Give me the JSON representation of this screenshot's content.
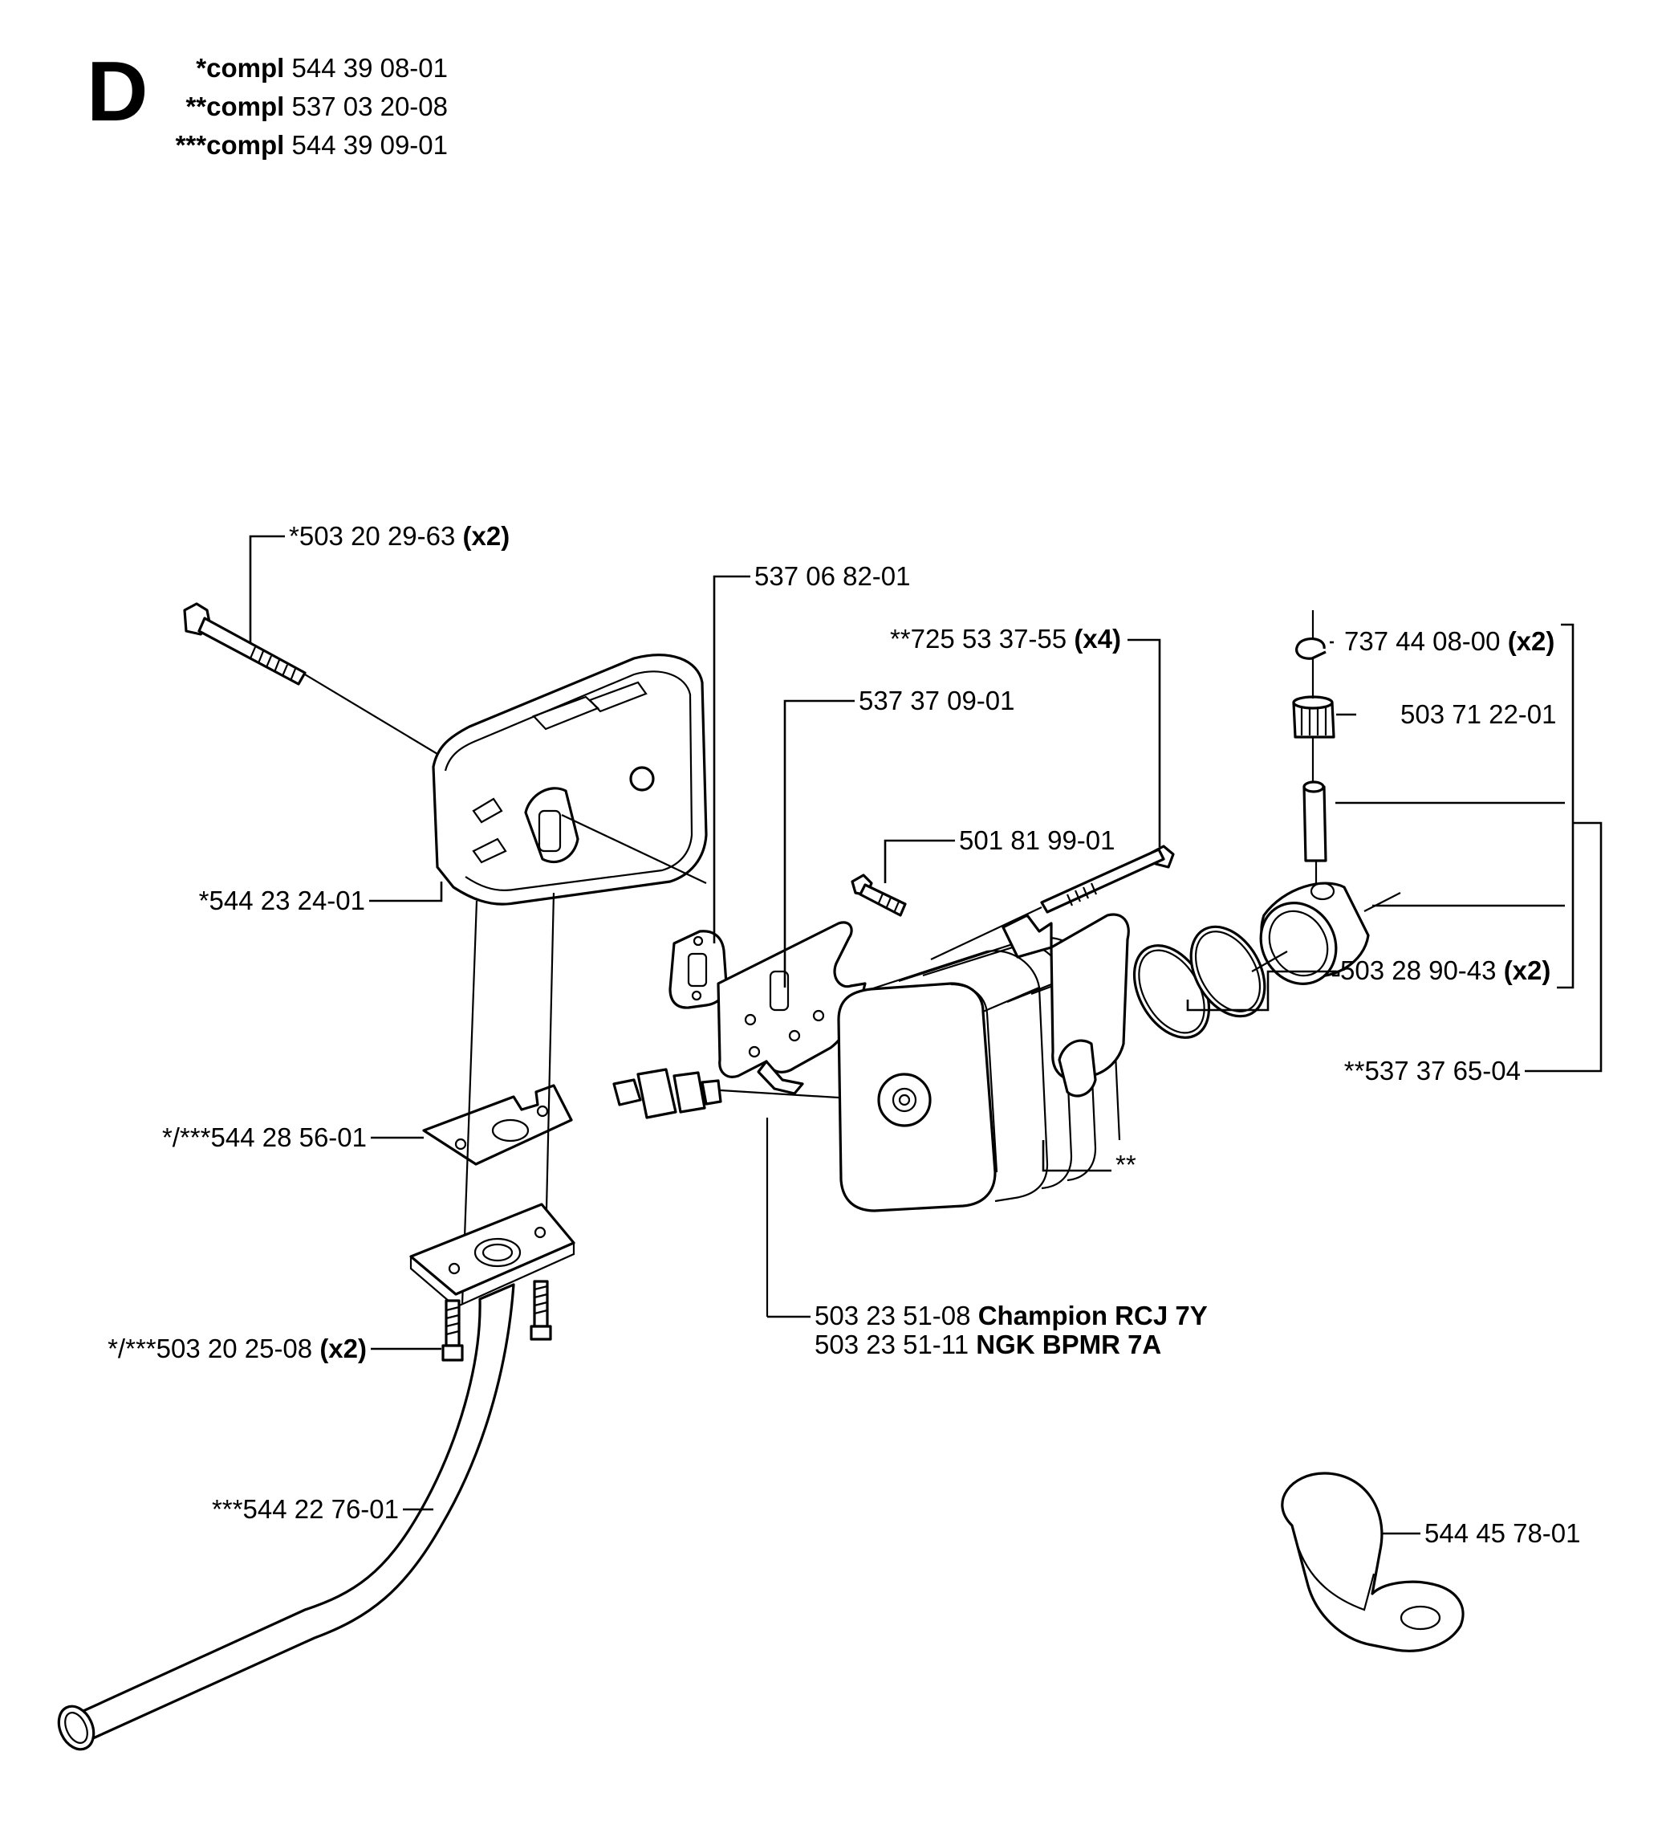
{
  "header": {
    "section_letter": "D",
    "compl": [
      {
        "prefix": "*",
        "word": "compl",
        "number": "544 39 08-01"
      },
      {
        "prefix": "**",
        "word": "compl",
        "number": "537 03 20-08"
      },
      {
        "prefix": "***",
        "word": "compl",
        "number": "544 39 09-01"
      }
    ]
  },
  "callouts": {
    "bolt_top": {
      "num": "*503 20 29-63",
      "qty": "(x2)"
    },
    "gasket_muffler": {
      "num": "537 06 82-01",
      "qty": ""
    },
    "screw_cyl": {
      "num": "**725 53 37-55",
      "qty": "(x4)"
    },
    "plate": {
      "num": "537 37 09-01",
      "qty": ""
    },
    "screw_plate": {
      "num": "501 81 99-01",
      "qty": ""
    },
    "muffler": {
      "num": "*544 23 24-01",
      "qty": ""
    },
    "circlip": {
      "num": "737 44 08-00",
      "qty": "(x2)"
    },
    "bearing": {
      "num": "503 71 22-01",
      "qty": ""
    },
    "rings": {
      "num": "503 28 90-43",
      "qty": "(x2)"
    },
    "piston": {
      "num": "**537 37 65-04",
      "qty": ""
    },
    "cylinder": {
      "num": "**",
      "qty": ""
    },
    "gasket_tube": {
      "num": "*/***544 28 56-01",
      "qty": ""
    },
    "screws_bottom": {
      "num": "*/***503 20 25-08",
      "qty": "(x2)"
    },
    "tube": {
      "num": "***544 22 76-01",
      "qty": ""
    },
    "spark_plug": [
      {
        "num": "503 23 51-08",
        "name": "Champion RCJ 7Y"
      },
      {
        "num": "503 23 51-11",
        "name": "NGK BPMR 7A"
      }
    ],
    "clamp": {
      "num": "544 45 78-01",
      "qty": ""
    }
  }
}
